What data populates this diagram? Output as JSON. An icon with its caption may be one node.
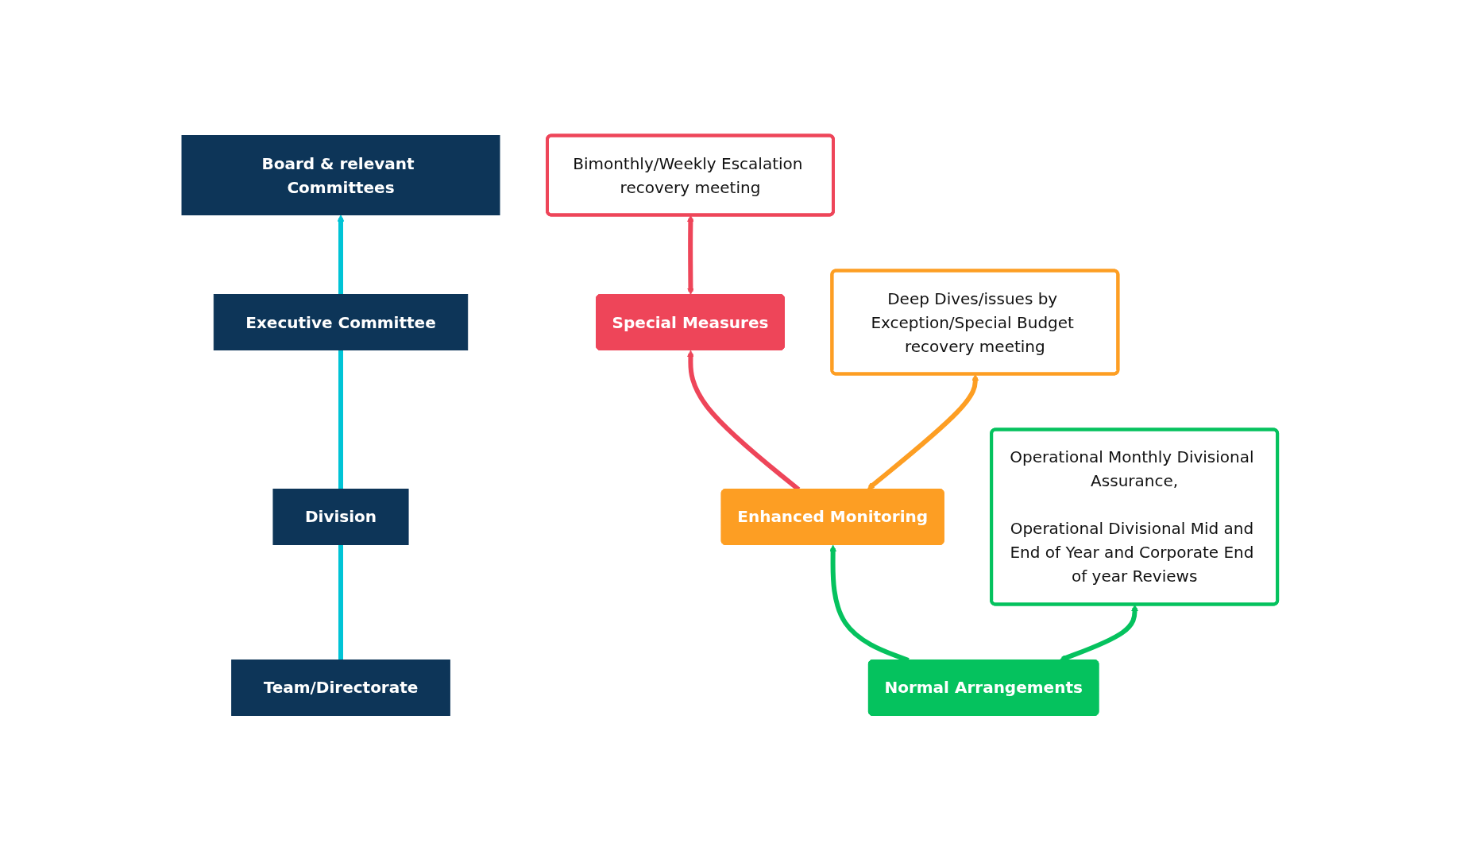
{
  "diagram": {
    "nodes": [
      {
        "text": [
          "Board & relevant Committees"
        ]
      },
      {
        "text": [
          "Executive Committee"
        ]
      },
      {
        "text": [
          "Division"
        ]
      },
      {
        "text": [
          "Team/Directorate"
        ]
      },
      {
        "text": [
          "Special Measures"
        ]
      },
      {
        "text": [
          "Enhanced Monitoring"
        ]
      },
      {
        "text": [
          "Normal Arrangements"
        ]
      },
      {
        "text": [
          "Bimonthly/Weekly Escalation recovery meeting"
        ]
      },
      {
        "text": [
          "Deep Dives/issues by Exception/Special Budget recovery meeting"
        ]
      },
      {
        "text": [
          "Operational Monthly Divisional Assurance,",
          "Operational Divisional Mid and End of Year and Corporate End of year Reviews"
        ]
      }
    ],
    "edges": [
      {
        "from": 3,
        "to": 2,
        "arrow": "none",
        "color": "#00c4d6"
      },
      {
        "from": 2,
        "to": 1,
        "arrow": "none",
        "color": "#00c4d6"
      },
      {
        "from": 1,
        "to": 0,
        "arrow": "to",
        "color": "#00c4d6"
      },
      {
        "from": 6,
        "to": 5,
        "arrow": "to",
        "color": "#05c25e"
      },
      {
        "from": 5,
        "to": 4,
        "arrow": "to",
        "color": "#ee4559"
      },
      {
        "from": 4,
        "to": 7,
        "arrow": "both",
        "color": "#ee4559"
      },
      {
        "from": 5,
        "to": 8,
        "arrow": "both",
        "color": "#fd9e23"
      },
      {
        "from": 6,
        "to": 9,
        "arrow": "both",
        "color": "#05c25e"
      }
    ]
  }
}
